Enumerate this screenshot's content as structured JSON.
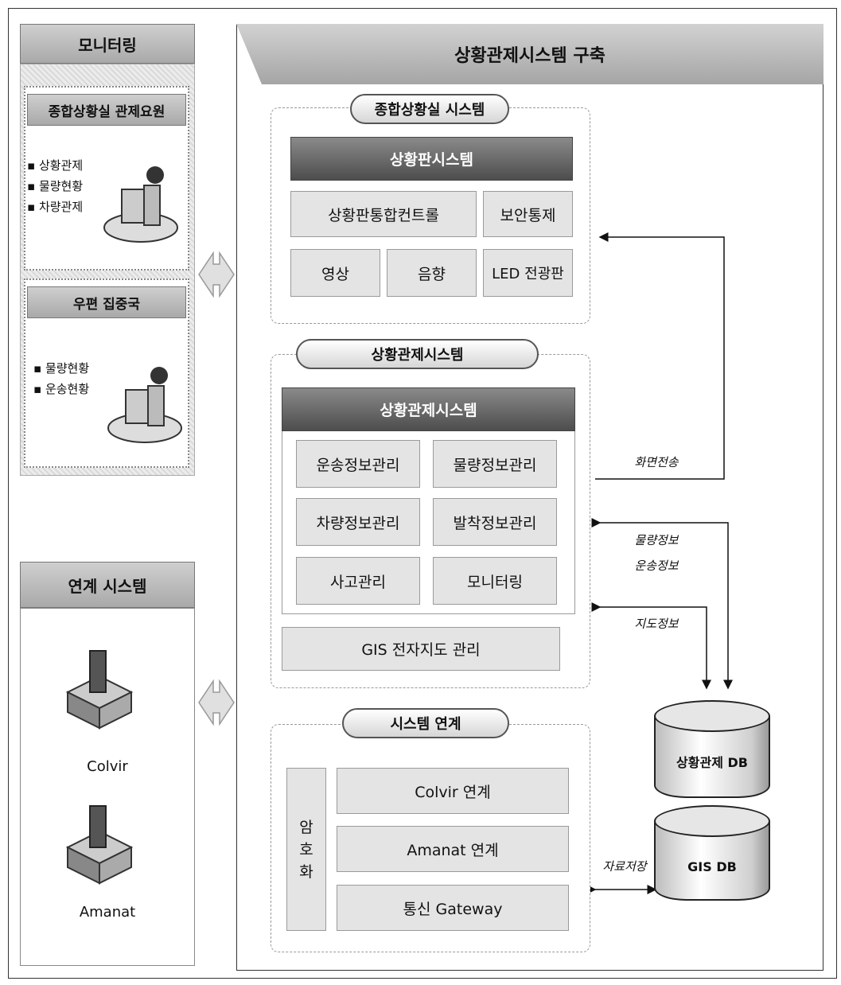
{
  "left": {
    "monitoring_title": "모니터링",
    "panel1": {
      "title": "종합상황실 관제요원",
      "items": [
        "상황관제",
        "물량현황",
        "차량관제"
      ]
    },
    "panel2": {
      "title": "우편 집중국",
      "items": [
        "물량현황",
        "운송현황"
      ]
    },
    "linked_title": "연계 시스템",
    "systems": [
      "Colvir",
      "Amanat"
    ]
  },
  "main": {
    "banner_title": "상황관제시스템 구축",
    "section1": {
      "pill": "종합상황실 시스템",
      "header": "상황판시스템",
      "boxes": [
        "상황판통합컨트롤",
        "보안통제",
        "영상",
        "음향",
        "LED 전광판"
      ]
    },
    "section2": {
      "pill": "상황관제시스템",
      "header": "상황관제시스템",
      "boxes": [
        "운송정보관리",
        "물량정보관리",
        "차량정보관리",
        "발착정보관리",
        "사고관리",
        "모니터링",
        "GIS 전자지도 관리"
      ]
    },
    "section3": {
      "pill": "시스템 연계",
      "encrypt": [
        "암",
        "호",
        "화"
      ],
      "boxes": [
        "Colvir 연계",
        "Amanat 연계",
        "통신 Gateway"
      ]
    },
    "arrows": {
      "screen": "화면전송",
      "info1": "물량정보",
      "info2": "운송정보",
      "map": "지도정보",
      "store": "자료저장"
    },
    "db": [
      "상황관제 DB",
      "GIS DB"
    ]
  }
}
